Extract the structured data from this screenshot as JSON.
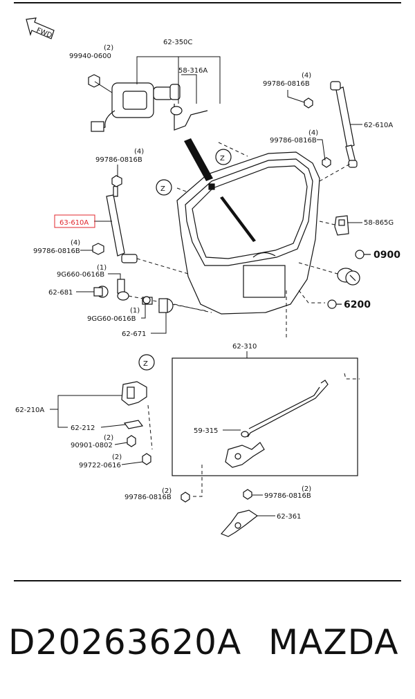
{
  "labels": {
    "fwd": "FWD",
    "c62_350c": "62-350C",
    "q1": "(2)",
    "c99940_0600": "99940-0600",
    "c58_316a": "58-316A",
    "q2": "(4)",
    "c99786_0816b_1": "99786-0816B",
    "c62_610a": "62-610A",
    "q3": "(4)",
    "c99786_0816b_2": "99786-0816B",
    "q4": "(4)",
    "c99786_0816b_3": "99786-0816B",
    "z1": "Z",
    "z2": "Z",
    "z3": "Z",
    "c63_610a": "63-610A",
    "c58_865g": "58-865G",
    "q5": "(4)",
    "c99786_0816b_4": "99786-0816B",
    "c0900": "0900",
    "q6": "(1)",
    "c9g660_0616b": "9G660-0616B",
    "c62_681": "62-681",
    "q7": "(1)",
    "c9gg60_0616b": "9GG60-0616B",
    "c6200": "6200",
    "c62_671": "62-671",
    "c62_310": "62-310",
    "c62_210a": "62-210A",
    "c62_212": "62-212",
    "c59_315": "59-315",
    "q8": "(2)",
    "c90901_0802": "90901-0802",
    "q9": "(2)",
    "c99722_0616": "99722-0616",
    "q10": "(2)",
    "c99786_0816b_5": "99786-0816B",
    "q11": "(2)",
    "c99786_0816b_6": "99786-0816B",
    "c62_361": "62-361"
  },
  "footer": {
    "part_number": "D20263620A",
    "brand": "MAZDA"
  },
  "highlight_color": "#e0242b"
}
